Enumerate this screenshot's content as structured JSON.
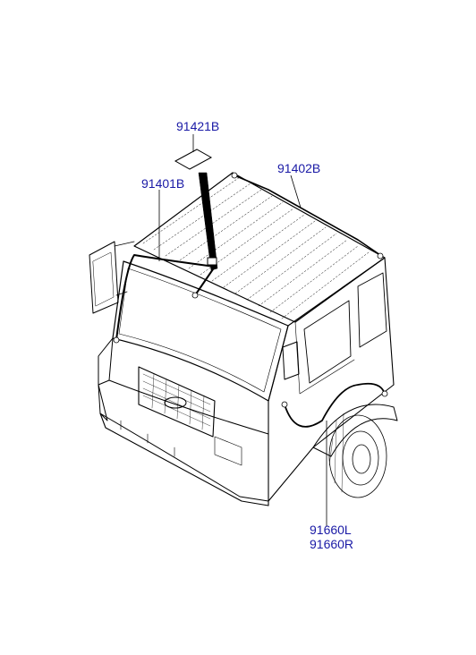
{
  "diagram": {
    "part_labels": [
      {
        "id": "p1",
        "text": "91421B"
      },
      {
        "id": "p2",
        "text": "91401B"
      },
      {
        "id": "p3",
        "text": "91402B"
      },
      {
        "id": "p4",
        "text": "91660L"
      },
      {
        "id": "p5",
        "text": "91660R"
      }
    ],
    "colors": {
      "label": "#1a1aa6",
      "line": "#000000",
      "background": "#ffffff"
    }
  }
}
